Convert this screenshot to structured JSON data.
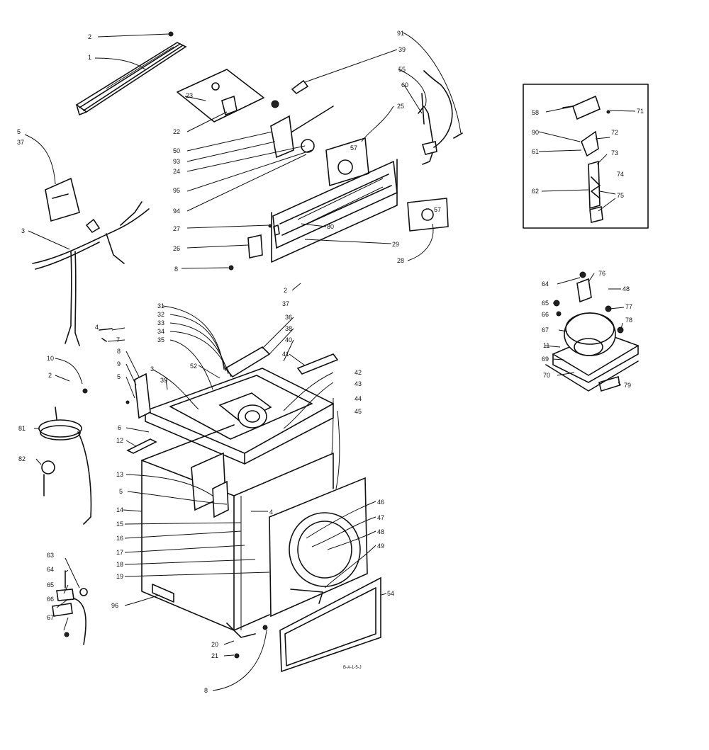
{
  "callouts": [
    {
      "id": "c2a",
      "text": "2"
    },
    {
      "id": "c1",
      "text": "1"
    },
    {
      "id": "c23",
      "text": "23"
    },
    {
      "id": "c22",
      "text": "22"
    },
    {
      "id": "c50",
      "text": "50"
    },
    {
      "id": "c93",
      "text": "93"
    },
    {
      "id": "c24",
      "text": "24"
    },
    {
      "id": "c95",
      "text": "95"
    },
    {
      "id": "c94",
      "text": "94"
    },
    {
      "id": "c91",
      "text": "91"
    },
    {
      "id": "c39",
      "text": "39"
    },
    {
      "id": "c55",
      "text": "55"
    },
    {
      "id": "c60",
      "text": "60"
    },
    {
      "id": "c25",
      "text": "25"
    },
    {
      "id": "c57a",
      "text": "57"
    },
    {
      "id": "c27",
      "text": "27"
    },
    {
      "id": "c80",
      "text": "80"
    },
    {
      "id": "c26",
      "text": "26"
    },
    {
      "id": "c8a",
      "text": "8"
    },
    {
      "id": "c29",
      "text": "29"
    },
    {
      "id": "c57b",
      "text": "57"
    },
    {
      "id": "c28",
      "text": "28"
    },
    {
      "id": "c5a",
      "text": "5"
    },
    {
      "id": "c37a",
      "text": "37"
    },
    {
      "id": "c3a",
      "text": "3"
    },
    {
      "id": "c58",
      "text": "58"
    },
    {
      "id": "c90",
      "text": "90"
    },
    {
      "id": "c71",
      "text": "71"
    },
    {
      "id": "c72",
      "text": "72"
    },
    {
      "id": "c61",
      "text": "61"
    },
    {
      "id": "c73",
      "text": "73"
    },
    {
      "id": "c62",
      "text": "62"
    },
    {
      "id": "c74",
      "text": "74"
    },
    {
      "id": "c75",
      "text": "75"
    },
    {
      "id": "c64a",
      "text": "64"
    },
    {
      "id": "c76",
      "text": "76"
    },
    {
      "id": "c48",
      "text": "48"
    },
    {
      "id": "c65a",
      "text": "65"
    },
    {
      "id": "c66a",
      "text": "66"
    },
    {
      "id": "c77",
      "text": "77"
    },
    {
      "id": "c67a",
      "text": "67"
    },
    {
      "id": "c78",
      "text": "78"
    },
    {
      "id": "c11",
      "text": "11"
    },
    {
      "id": "c69",
      "text": "69"
    },
    {
      "id": "c70",
      "text": "70"
    },
    {
      "id": "c79",
      "text": "79"
    },
    {
      "id": "c2b",
      "text": "2"
    },
    {
      "id": "c37b",
      "text": "37"
    },
    {
      "id": "c4a",
      "text": "4"
    },
    {
      "id": "c7",
      "text": "7"
    },
    {
      "id": "c31",
      "text": "31"
    },
    {
      "id": "c32",
      "text": "32"
    },
    {
      "id": "c33",
      "text": "33"
    },
    {
      "id": "c34",
      "text": "34"
    },
    {
      "id": "c35",
      "text": "35"
    },
    {
      "id": "c36",
      "text": "36"
    },
    {
      "id": "c38",
      "text": "38"
    },
    {
      "id": "c40",
      "text": "40"
    },
    {
      "id": "c41",
      "text": "41"
    },
    {
      "id": "c42",
      "text": "42"
    },
    {
      "id": "c43",
      "text": "43"
    },
    {
      "id": "c44",
      "text": "44"
    },
    {
      "id": "c45",
      "text": "45"
    },
    {
      "id": "c8b",
      "text": "8"
    },
    {
      "id": "c9",
      "text": "9"
    },
    {
      "id": "c5b",
      "text": "5"
    },
    {
      "id": "c10",
      "text": "10"
    },
    {
      "id": "c2c",
      "text": "2"
    },
    {
      "id": "c3b",
      "text": "3"
    },
    {
      "id": "c39b",
      "text": "39"
    },
    {
      "id": "c52",
      "text": "52"
    },
    {
      "id": "c81",
      "text": "81"
    },
    {
      "id": "c82",
      "text": "82"
    },
    {
      "id": "c6",
      "text": "6"
    },
    {
      "id": "c12",
      "text": "12"
    },
    {
      "id": "c13",
      "text": "13"
    },
    {
      "id": "c5c",
      "text": "5"
    },
    {
      "id": "c14",
      "text": "14"
    },
    {
      "id": "c15",
      "text": "15"
    },
    {
      "id": "c16",
      "text": "16"
    },
    {
      "id": "c17",
      "text": "17"
    },
    {
      "id": "c18",
      "text": "18"
    },
    {
      "id": "c19",
      "text": "19"
    },
    {
      "id": "c4b",
      "text": "4"
    },
    {
      "id": "c46",
      "text": "46"
    },
    {
      "id": "c47",
      "text": "47"
    },
    {
      "id": "c48b",
      "text": "48"
    },
    {
      "id": "c49",
      "text": "49"
    },
    {
      "id": "c63",
      "text": "63"
    },
    {
      "id": "c64b",
      "text": "64"
    },
    {
      "id": "c65b",
      "text": "65"
    },
    {
      "id": "c66b",
      "text": "66"
    },
    {
      "id": "c67b",
      "text": "67"
    },
    {
      "id": "c96",
      "text": "96"
    },
    {
      "id": "c20",
      "text": "20"
    },
    {
      "id": "c21",
      "text": "21"
    },
    {
      "id": "c8c",
      "text": "8"
    },
    {
      "id": "c54",
      "text": "54"
    }
  ],
  "footnote": "B-A-1-5-J"
}
